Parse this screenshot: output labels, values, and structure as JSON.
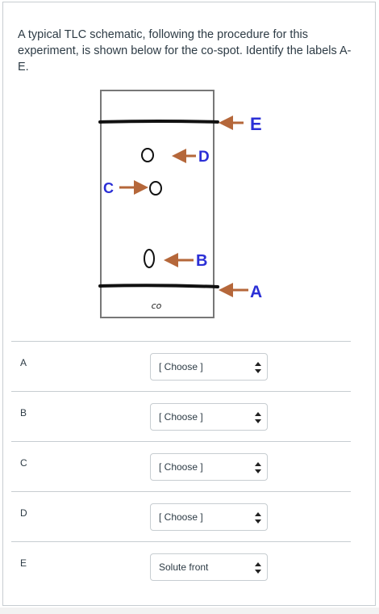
{
  "question": {
    "text": "A typical TLC schematic, following the procedure for this experiment, is shown below for the co-spot. Identify the labels A-E."
  },
  "figure": {
    "plate_lane_label": "co",
    "labels": {
      "A": "A",
      "B": "B",
      "C": "C",
      "D": "D",
      "E": "E"
    },
    "colors": {
      "arrow": "#b5673a",
      "label": "#2b2fd6",
      "line": "#111111"
    }
  },
  "answers": [
    {
      "label": "A",
      "selected": "[ Choose ]"
    },
    {
      "label": "B",
      "selected": "[ Choose ]"
    },
    {
      "label": "C",
      "selected": "[ Choose ]"
    },
    {
      "label": "D",
      "selected": "[ Choose ]"
    },
    {
      "label": "E",
      "selected": "Solute front"
    }
  ],
  "icons": {
    "select_arrow": "up-down-arrows-icon"
  }
}
